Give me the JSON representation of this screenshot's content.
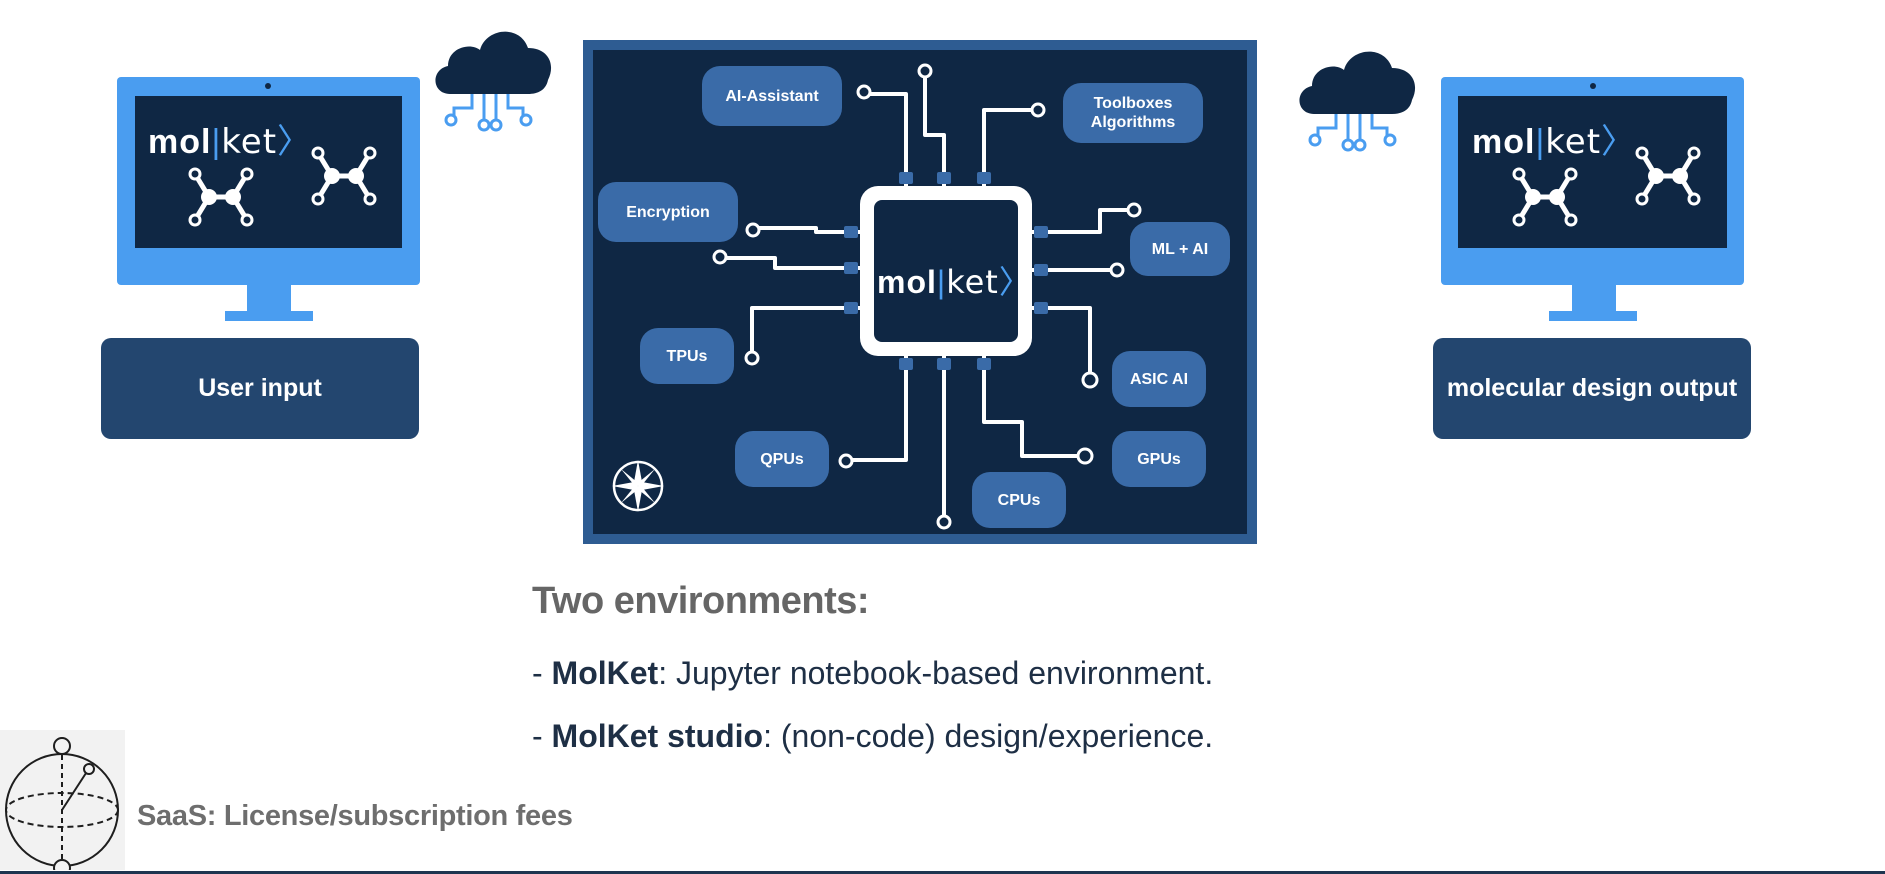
{
  "left_monitor": {
    "brand_a": "mol",
    "brand_bar": "|",
    "brand_b": "ket",
    "brand_angle": "〉",
    "caption": "User input"
  },
  "right_monitor": {
    "brand_a": "mol",
    "brand_bar": "|",
    "brand_b": "ket",
    "brand_angle": "〉",
    "caption": "molecular design output"
  },
  "chip": {
    "brand_a": "mol",
    "brand_bar": "|",
    "brand_b": "ket",
    "brand_angle": "〉"
  },
  "nodes": {
    "ai_assistant": "AI-Assistant",
    "toolboxes_line1": "Toolboxes",
    "toolboxes_line2": "Algorithms",
    "encryption": "Encryption",
    "ml_ai": "ML + AI",
    "tpus": "TPUs",
    "asic_ai": "ASIC AI",
    "qpus": "QPUs",
    "gpus": "GPUs",
    "cpus": "CPUs"
  },
  "text": {
    "heading": "Two environments:",
    "env1_dash": "- ",
    "env1_name": "MolKet",
    "env1_desc": ": Jupyter notebook-based environment.",
    "env2_dash": "- ",
    "env2_name": "MolKet studio",
    "env2_desc": ": (non-code) design/experience.",
    "saas": "SaaS: License/subscription fees"
  },
  "colors": {
    "navy": "#0f2744",
    "monitor_blue": "#4a9df0",
    "caption_box": "#23466f",
    "pill": "#3a6ba8",
    "panel_border": "#2e5c92"
  }
}
